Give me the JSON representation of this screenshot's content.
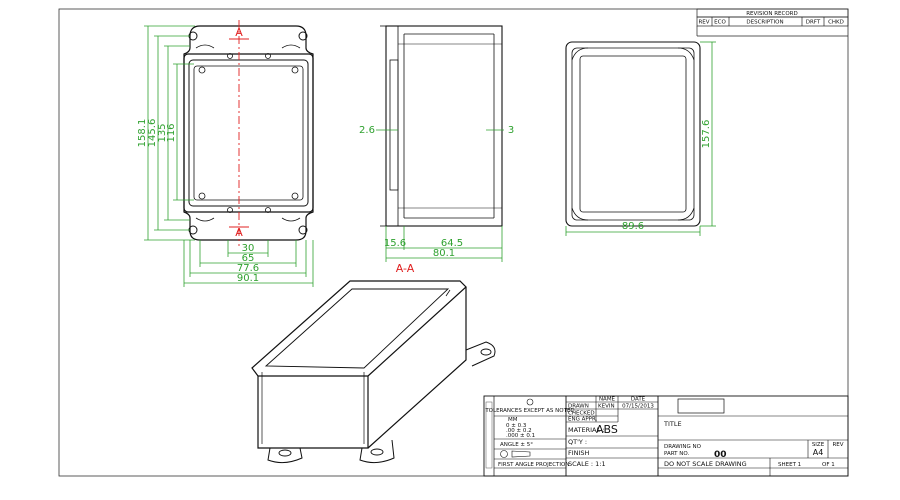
{
  "revision_record": {
    "title": "REVISION RECORD",
    "columns": [
      "REV",
      "ECO",
      "DESCRIPTION",
      "DRFT",
      "CHKD"
    ]
  },
  "front_view": {
    "section_marker": "A",
    "dims_vertical": [
      "158.1",
      "145.6",
      "135",
      "116"
    ],
    "dims_horizontal": [
      "30",
      "65",
      "77.6",
      "90.1"
    ]
  },
  "side_view": {
    "dims": [
      "2.6",
      "3",
      "15.6",
      "64.5",
      "80.1"
    ],
    "section_label": "A-A"
  },
  "right_view": {
    "dims": [
      "157.6",
      "89.6"
    ]
  },
  "title_block": {
    "tolerances_title": "TOLERANCES EXCEPT AS NOTED",
    "tolerance_rows": [
      "MM",
      "0 ± 0.3",
      ".00 ± 0.2",
      ".000 ± 0.1"
    ],
    "angle": "ANGLE ± 5°",
    "projection": "FIRST ANGLE PROJECTION",
    "name_hdr": "NAME",
    "date_hdr": "DATE",
    "drawn_label": "DRAWN",
    "drawn_name": "KEVIN",
    "drawn_date": "07/15/2013",
    "checked_label": "CHECKED",
    "eng_label": "ENG APPR.",
    "material_label": "MATERIAL :",
    "material_value": "ABS",
    "qty_label": "QT'Y :",
    "finish_label": "FINISH",
    "scale_label": "SCALE : 1:1",
    "title_label": "TITLE",
    "drawing_no_label": "DRAWING NO",
    "part_no_label": "PART NO.",
    "part_no_value": "00",
    "size_hdr": "SIZE",
    "rev_hdr": "REV",
    "size_value": "A4",
    "do_not_scale": "DO NOT SCALE DRAWING",
    "sheet_label": "SHEET 1",
    "sheet_of": "OF 1"
  }
}
